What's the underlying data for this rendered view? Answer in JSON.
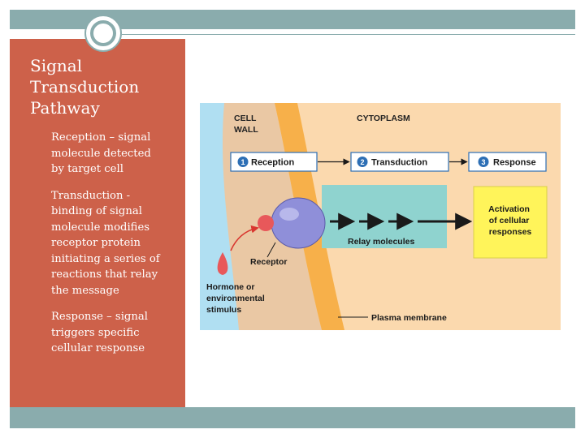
{
  "slide": {
    "title_lines": [
      "Signal",
      "Transduction",
      "Pathway"
    ],
    "bullets": [
      [
        "Reception – signal",
        "molecule detected",
        "by target cell"
      ],
      [
        "Transduction -",
        "binding of signal",
        "molecule modifies",
        "receptor protein",
        "initiating a series of",
        "reactions that relay",
        "the message"
      ],
      [
        "Response – signal",
        "triggers specific",
        "cellular response"
      ]
    ]
  },
  "figure": {
    "cell_wall": [
      "CELL",
      "WALL"
    ],
    "cytoplasm": "CYTOPLASM",
    "steps": [
      {
        "number": "1",
        "label": "Reception"
      },
      {
        "number": "2",
        "label": "Transduction"
      },
      {
        "number": "3",
        "label": "Response"
      }
    ],
    "activation": [
      "Activation",
      "of cellular",
      "responses"
    ],
    "relay": "Relay molecules",
    "receptor": "Receptor",
    "hormone": [
      "Hormone or",
      "environmental",
      "stimulus"
    ],
    "membrane": "Plasma membrane",
    "colors": {
      "cytoplasm": "#fbd9ae",
      "cell_wall": "#eac8a4",
      "exterior": "#b0dff2",
      "membrane": "#f7b04a",
      "step_badge": "#2d6fb5",
      "relay_box": "#8fd3cf",
      "activation_box": "#fff45a",
      "receptor": "#8f8fd9",
      "signal": "#e8585a"
    }
  }
}
